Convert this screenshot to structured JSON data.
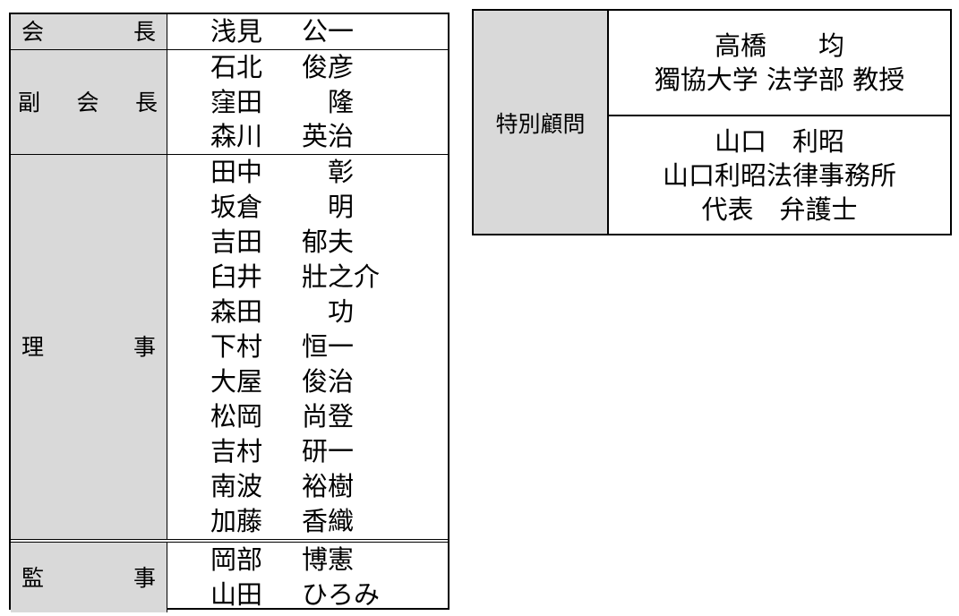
{
  "officers": [
    {
      "role": [
        "会",
        "長"
      ],
      "members": [
        {
          "surname": "浅見",
          "given": "公一"
        }
      ]
    },
    {
      "role": [
        "副",
        "会",
        "長"
      ],
      "members": [
        {
          "surname": "石北",
          "given": "俊彦"
        },
        {
          "surname": "窪田",
          "given": "　隆"
        },
        {
          "surname": "森川",
          "given": "英治"
        }
      ]
    },
    {
      "role": [
        "理",
        "事"
      ],
      "members": [
        {
          "surname": "田中",
          "given": "　彰"
        },
        {
          "surname": "坂倉",
          "given": "　明"
        },
        {
          "surname": "吉田",
          "given": "郁夫"
        },
        {
          "surname": "臼井",
          "given": "壯之介"
        },
        {
          "surname": "森田",
          "given": "　功"
        },
        {
          "surname": "下村",
          "given": "恒一"
        },
        {
          "surname": "大屋",
          "given": "俊治"
        },
        {
          "surname": "松岡",
          "given": "尚登"
        },
        {
          "surname": "吉村",
          "given": "研一"
        },
        {
          "surname": "南波",
          "given": "裕樹"
        },
        {
          "surname": "加藤",
          "given": "香織"
        }
      ]
    },
    {
      "role": [
        "監",
        "事"
      ],
      "members": [
        {
          "surname": "岡部",
          "given": "博憲"
        },
        {
          "surname": "山田",
          "given": "ひろみ"
        }
      ]
    }
  ],
  "advisors": {
    "role": "特別顧問",
    "people": [
      {
        "name": "高橋　　均",
        "affiliation": "獨協大学 法学部 教授"
      },
      {
        "name": "山口　利昭",
        "affiliation": "山口利昭法律事務所",
        "title": "代表　弁護士"
      }
    ]
  }
}
